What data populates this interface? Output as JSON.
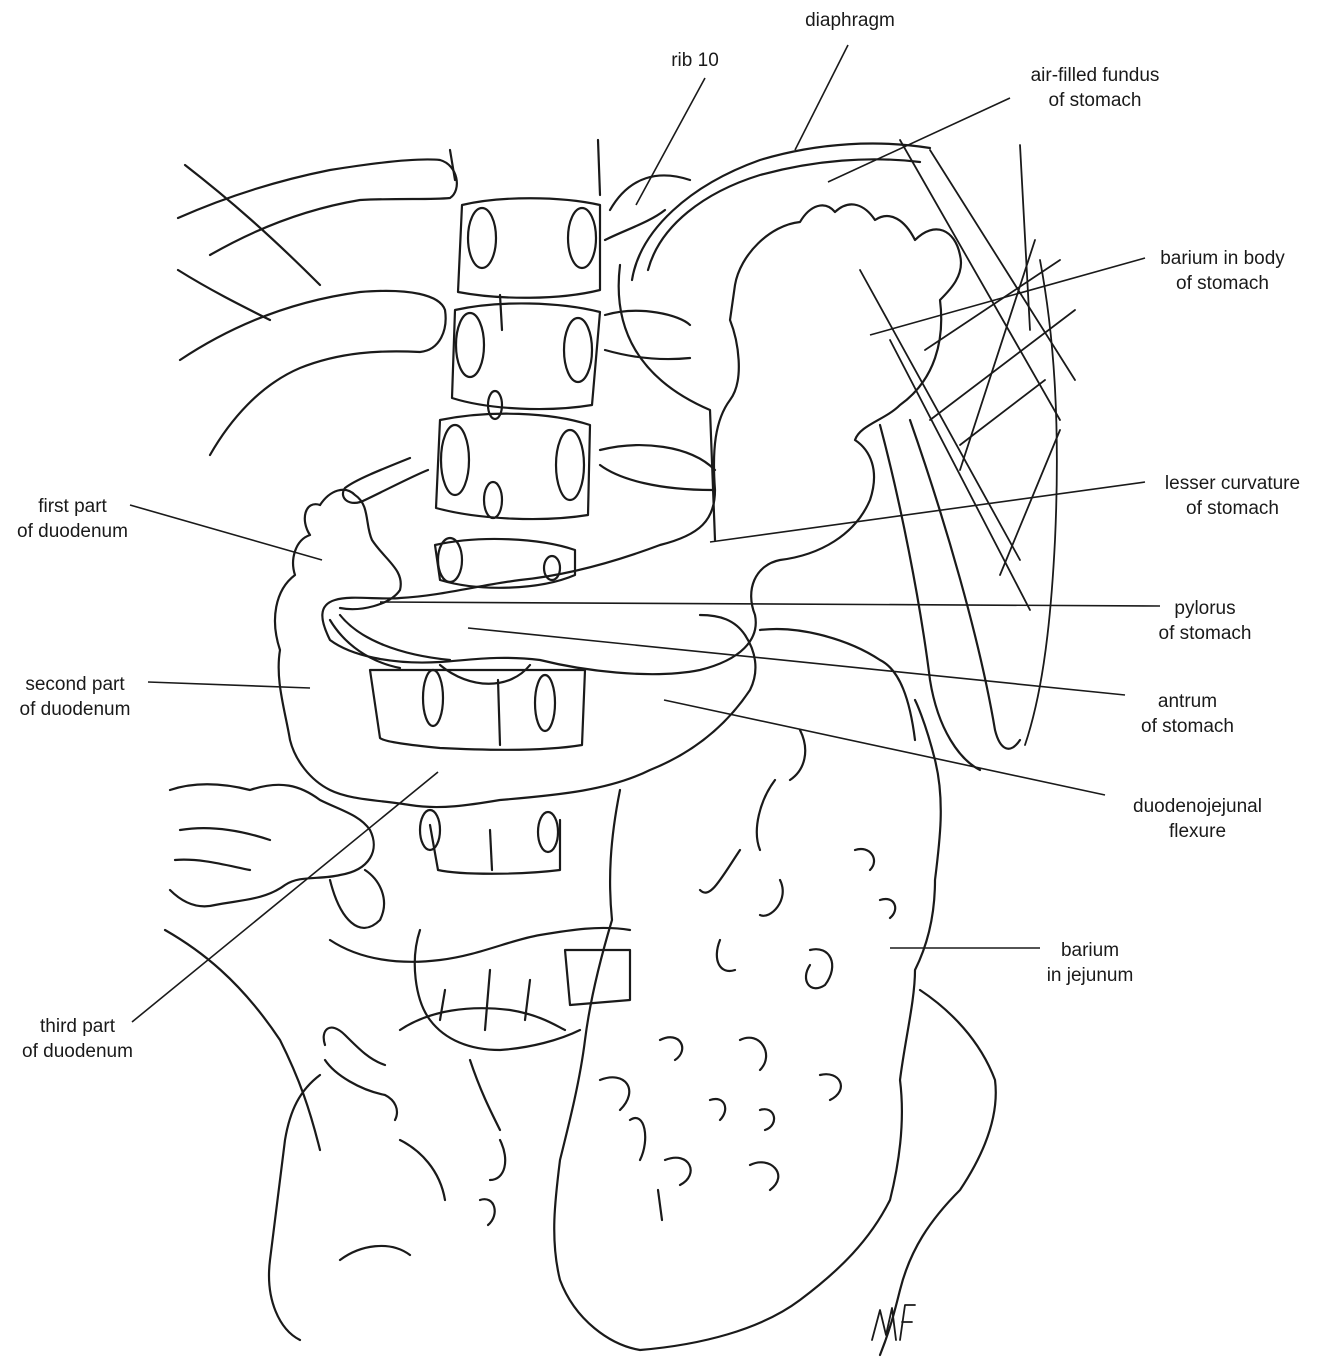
{
  "labels": {
    "diaphragm": [
      "diaphragm"
    ],
    "rib10": [
      "rib 10"
    ],
    "fundus": [
      "air-filled fundus",
      "of stomach"
    ],
    "body": [
      "barium in body",
      "of stomach"
    ],
    "lesser_curvature": [
      "lesser curvature",
      "of stomach"
    ],
    "pylorus": [
      "pylorus",
      "of stomach"
    ],
    "antrum": [
      "antrum",
      "of stomach"
    ],
    "dj_flexure": [
      "duodenojejunal",
      "flexure"
    ],
    "jejunum": [
      "barium",
      "in jejunum"
    ],
    "first_duodenum": [
      "first part",
      "of duodenum"
    ],
    "second_duodenum": [
      "second part",
      "of duodenum"
    ],
    "third_duodenum": [
      "third part",
      "of duodenum"
    ]
  },
  "colors": {
    "ink": "#1a1a1a",
    "background": "#ffffff"
  },
  "signature": "MF"
}
